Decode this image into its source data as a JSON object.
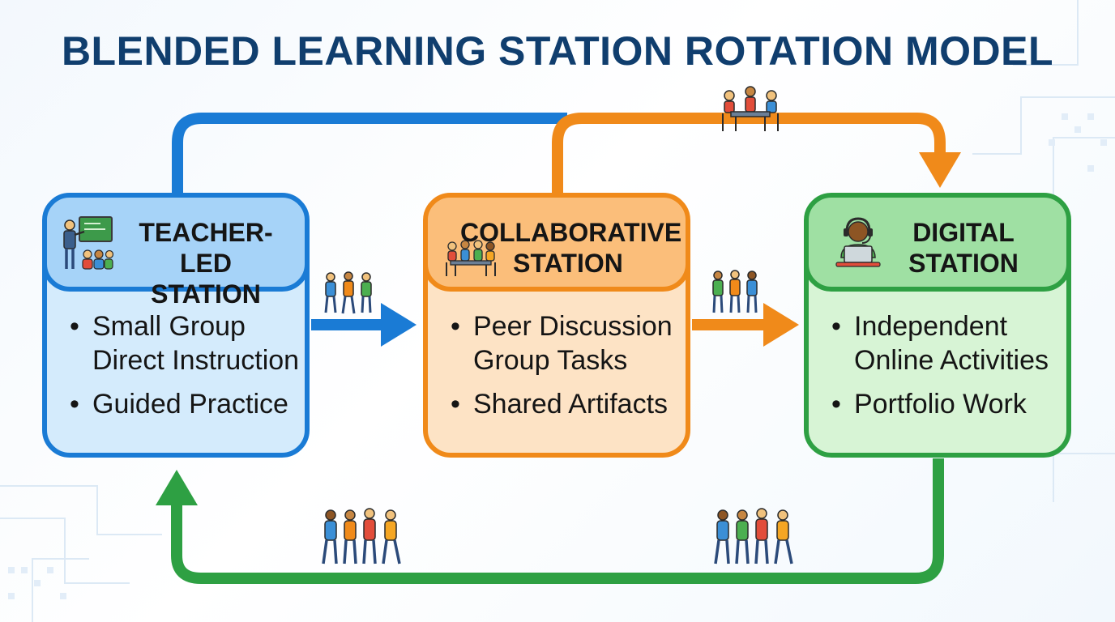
{
  "title": "BLENDED LEARNING STATION ROTATION MODEL",
  "colors": {
    "title": "#103e6e",
    "teacher_station": "#1a7bd5",
    "collaborative_station": "#f08a1a",
    "digital_station": "#2ea043"
  },
  "stations": [
    {
      "id": "teacher",
      "icon": "teacher-whiteboard-icon",
      "title_lines": [
        "TEACHER-LED",
        "STATION"
      ],
      "bullets": [
        [
          "Small Group",
          "Direct Instruction"
        ],
        [
          "Guided Practice"
        ]
      ]
    },
    {
      "id": "collaborative",
      "icon": "group-table-icon",
      "title_lines": [
        "COLLABORATIVE",
        "STATION"
      ],
      "bullets": [
        [
          "Peer Discussion",
          "Group Tasks"
        ],
        [
          "Shared Artifacts"
        ]
      ]
    },
    {
      "id": "digital",
      "icon": "student-laptop-headset-icon",
      "title_lines": [
        "DIGITAL",
        "STATION"
      ],
      "bullets": [
        [
          "Independent",
          "Online Activities"
        ],
        [
          "Portfolio Work"
        ]
      ]
    }
  ],
  "connector_icons": [
    "walking-students-icon",
    "walking-students-icon",
    "group-table-icon",
    "walking-students-icon",
    "walking-students-icon"
  ]
}
